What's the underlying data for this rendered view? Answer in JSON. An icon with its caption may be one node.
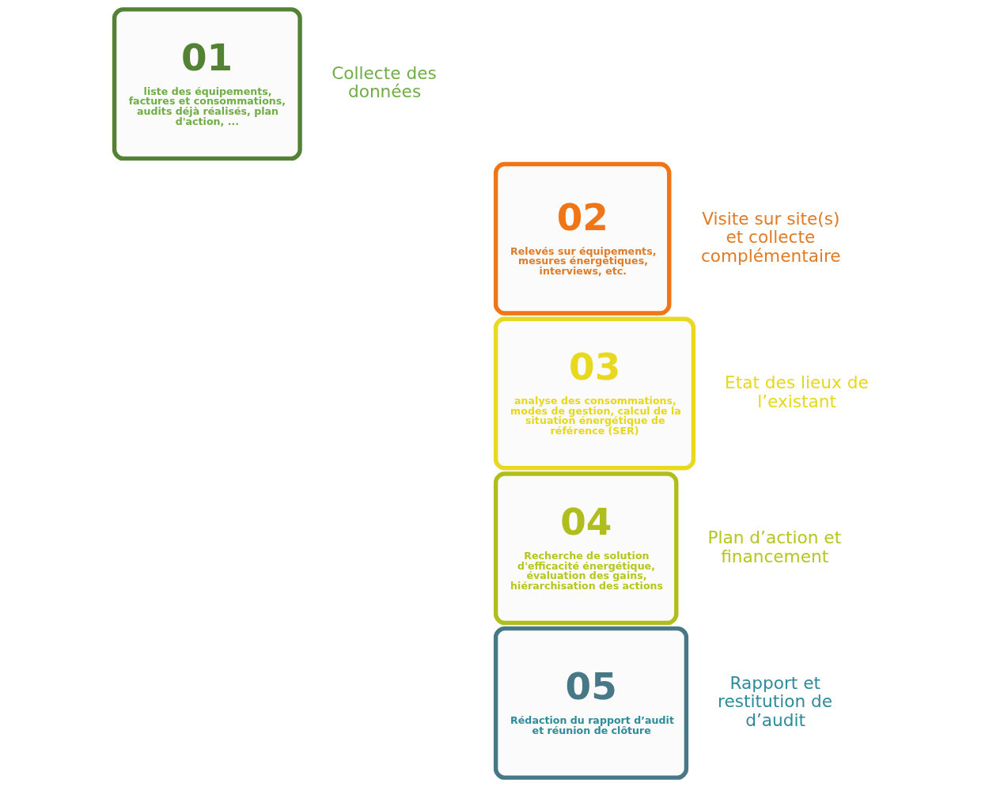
{
  "diagram": {
    "nodes": [
      {
        "text": [
          "01",
          "liste des équipements, factures et consommations, audits déjà réalisés, plan d'action, ..."
        ],
        "beside": [
          "Collecte des données"
        ]
      },
      {
        "text": [
          "02",
          "Relevés sur équipements, mesures énergétiques, interviews, etc."
        ],
        "beside": [
          "Visite sur site(s) et collecte complémentaire"
        ]
      },
      {
        "text": [
          "03",
          "analyse des consommations, modes de gestion, calcul de la situation énergétique de référence (SER)"
        ],
        "beside": [
          "Etat des lieux de l’existant"
        ]
      },
      {
        "text": [
          "04",
          "Recherche de solution d'efficacité énergétique, évaluation des gains, hiérarchisation des actions"
        ],
        "beside": [
          "Plan d’action et financement"
        ]
      },
      {
        "text": [
          "05",
          "Rédaction du rapport d’audit et réunion de clôture"
        ],
        "beside": [
          "Rapport et restitution de d’audit"
        ]
      }
    ]
  }
}
